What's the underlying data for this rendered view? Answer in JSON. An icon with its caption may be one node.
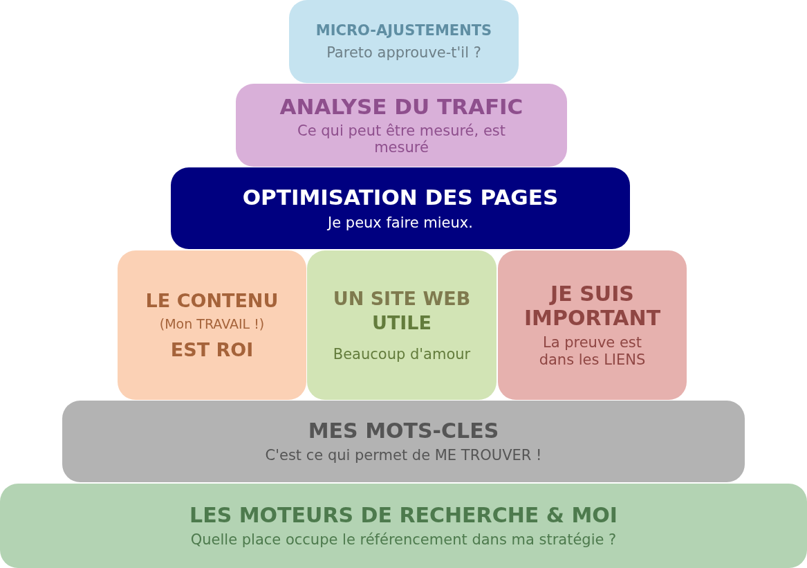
{
  "diagram": {
    "nodes": [
      {
        "text": [
          "MICRO-AJUSTEMENTS",
          "Pareto approuve-t'il ?"
        ]
      },
      {
        "text": [
          "ANALYSE DU TRAFIC",
          "Ce qui peut être mesuré, est mesuré"
        ]
      },
      {
        "text": [
          "OPTIMISATION DES PAGES",
          "Je peux faire mieux."
        ]
      },
      {
        "text": [
          "LE CONTENU",
          "(Mon TRAVAIL !)",
          "EST ROI"
        ]
      },
      {
        "text": [
          "UN SITE WEB",
          "UTILE",
          "Beaucoup d'amour"
        ]
      },
      {
        "text": [
          "JE SUIS IMPORTANT",
          "La preuve est dans les LIENS"
        ]
      },
      {
        "text": [
          "MES MOTS-CLES",
          "C'est ce qui permet de ME TROUVER !"
        ]
      },
      {
        "text": [
          "LES MOTEURS DE RECHERCHE & MOI",
          "Quelle place occupe le référencement dans ma stratégie ?"
        ]
      }
    ],
    "edges": []
  }
}
